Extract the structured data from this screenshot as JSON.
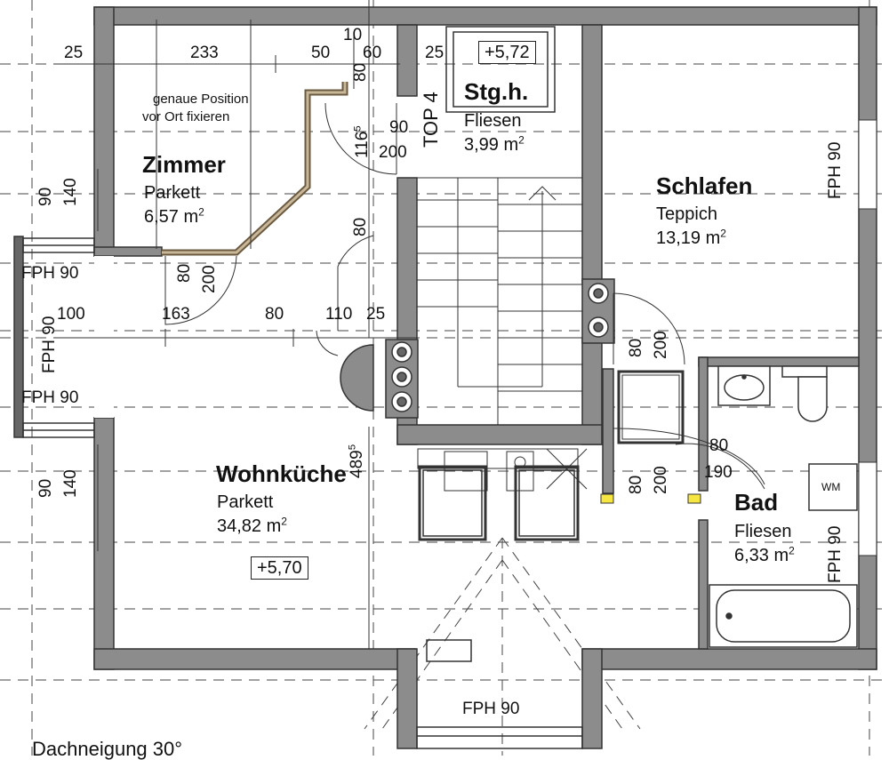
{
  "rooms": {
    "zimmer": {
      "name": "Zimmer",
      "material": "Parkett",
      "area_value": "6,57 m",
      "area_exp": "2"
    },
    "stgh": {
      "name": "Stg.h.",
      "material": "Fliesen",
      "area_value": "3,99 m",
      "area_exp": "2"
    },
    "schlafen": {
      "name": "Schlafen",
      "material": "Teppich",
      "area_value": "13,19 m",
      "area_exp": "2"
    },
    "wohnkueche": {
      "name": "Wohnküche",
      "material": "Parkett",
      "area_value": "34,82 m",
      "area_exp": "2"
    },
    "bad": {
      "name": "Bad",
      "material": "Fliesen",
      "area_value": "6,33 m",
      "area_exp": "2"
    }
  },
  "notes": {
    "position_line1": "genaue Position",
    "position_line2": "vor Ort fixieren",
    "top_label": "TOP 4",
    "roof_pitch": "Dachneigung 30°",
    "wm": "WM"
  },
  "levels": {
    "stgh": "+5,72",
    "wohn": "+5,70"
  },
  "windows": {
    "w_left_top": "FPH 90",
    "w_left_mid": "FPH 90",
    "w_left_bottom": "FPH 90",
    "w_right_top": "FPH 90",
    "w_right_bottom": "FPH 90",
    "w_bottom": "FPH 90"
  },
  "dimensions": {
    "d25a": "25",
    "d233": "233",
    "d50": "50",
    "d10": "10",
    "d60": "60",
    "d25b": "25",
    "d80v_top": "80",
    "d90": "90",
    "d200": "200",
    "d116": "116",
    "d116sup": "5",
    "d90v_left": "90",
    "d140v_left": "140",
    "d80_door": "80",
    "d200_door": "200",
    "d80v_hall": "80",
    "d100": "100",
    "d163": "163",
    "d80h": "80",
    "d110": "110",
    "d25c": "25",
    "d80v_sch": "80",
    "d200v_sch": "200",
    "d489": "489",
    "d489sup": "5",
    "d80_bad": "80",
    "d190_bad": "190",
    "d80v_bad": "80",
    "d200v_bad": "200",
    "d90v_left2": "90",
    "d140v_left2": "140"
  }
}
